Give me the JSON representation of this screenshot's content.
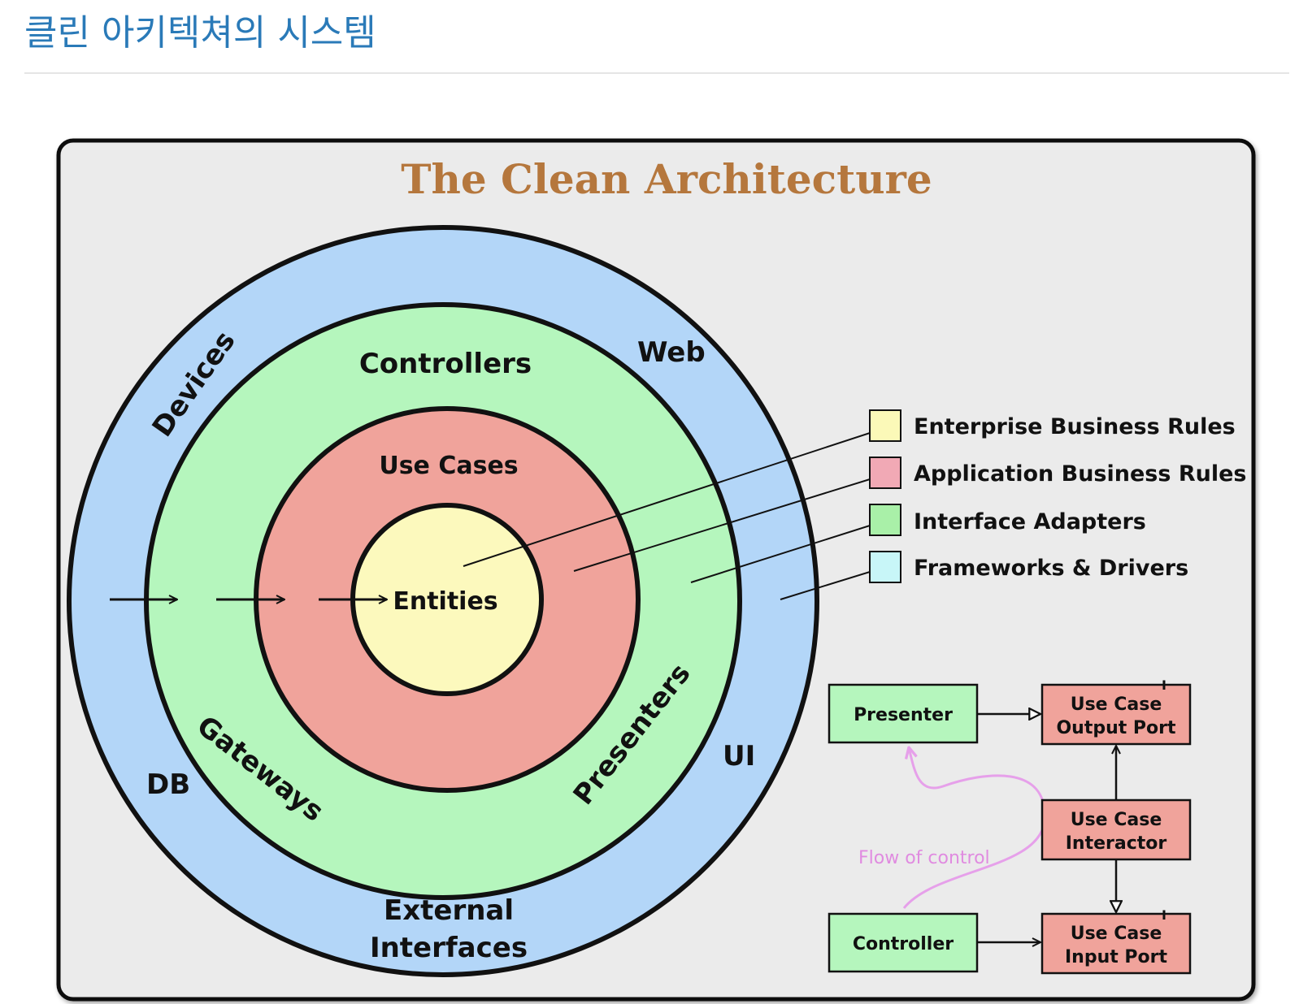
{
  "page": {
    "title": "클린 아키텍쳐의 시스템"
  },
  "diagram": {
    "title": "The Clean Architecture",
    "rings": {
      "outer": {
        "labels": [
          "Devices",
          "Web",
          "UI",
          "DB"
        ],
        "bottom_label_1": "External",
        "bottom_label_2": "Interfaces",
        "color": "#b3d6f8"
      },
      "adapters": {
        "top_label": "Controllers",
        "left_label": "Gateways",
        "right_label": "Presenters",
        "color": "#b5f6bd"
      },
      "use_cases": {
        "top_label": "Use Cases",
        "color": "#f0a39b"
      },
      "entities": {
        "label": "Entities",
        "color": "#fcf9bd"
      }
    },
    "legend": [
      {
        "label": "Enterprise Business Rules",
        "color": "#fbf9b8"
      },
      {
        "label": "Application Business Rules",
        "color": "#f1a9b5"
      },
      {
        "label": "Interface Adapters",
        "color": "#a9f0a8"
      },
      {
        "label": "Frameworks & Drivers",
        "color": "#c8f6f8"
      }
    ],
    "flow": {
      "presenter": "Presenter",
      "controller": "Controller",
      "output_port_1": "Use Case",
      "output_port_2": "Output Port",
      "interactor_1": "Use Case",
      "interactor_2": "Interactor",
      "input_port_1": "Use Case",
      "input_port_2": "Input Port",
      "interface_marker": "I",
      "flow_label": "Flow of control",
      "green_box_color": "#b5f6bd",
      "red_box_color": "#f0a39b"
    },
    "panel_color": "#ebebeb"
  }
}
